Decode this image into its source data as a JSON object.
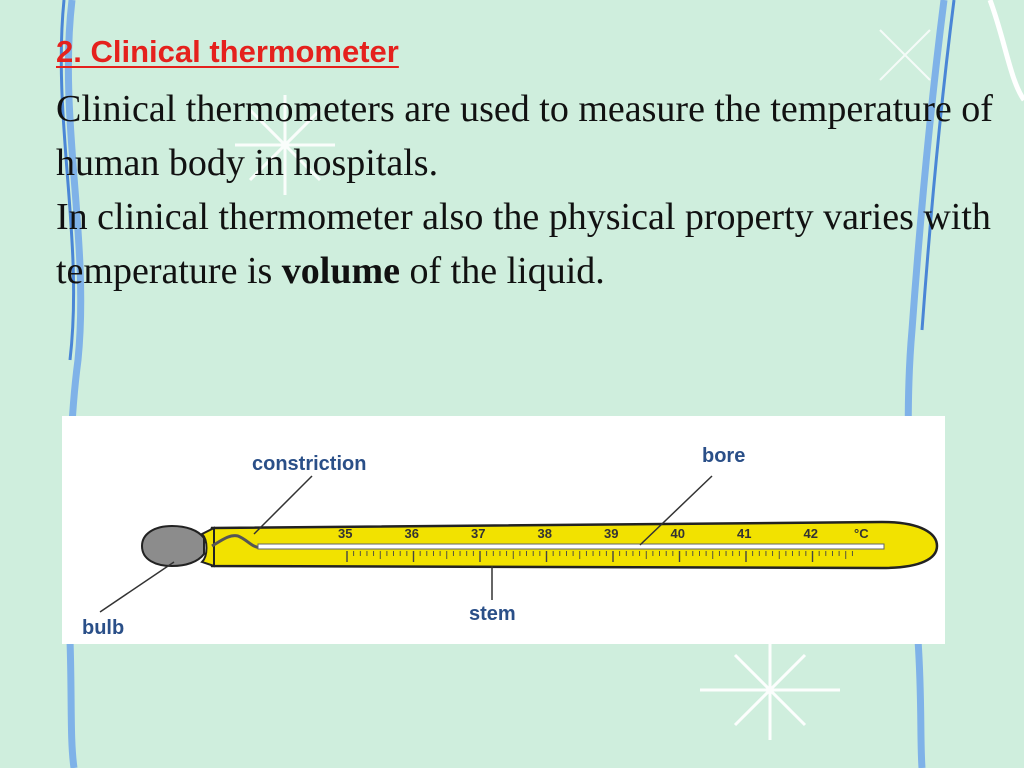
{
  "slide": {
    "heading": "2. Clinical thermometer",
    "paragraphs": [
      "Clinical thermometers are used to measure the temperature of human body in hospitals.",
      "In clinical thermometer also the physical property varies with temperature is "
    ],
    "emphasis_word": "volume",
    "closing_text": " of the liquid."
  },
  "figure": {
    "labels": {
      "constriction": "constriction",
      "bore": "bore",
      "bulb": "bulb",
      "stem": "stem"
    },
    "scale": {
      "numbers": [
        "35",
        "36",
        "37",
        "38",
        "39",
        "40",
        "41",
        "42"
      ],
      "unit": "°C"
    },
    "colors": {
      "stem_fill": "#f2e200",
      "bulb_fill": "#8c8c8c",
      "label_color": "#2a4f88",
      "heading_color": "#e5211d",
      "background": "#cfeedd"
    }
  }
}
